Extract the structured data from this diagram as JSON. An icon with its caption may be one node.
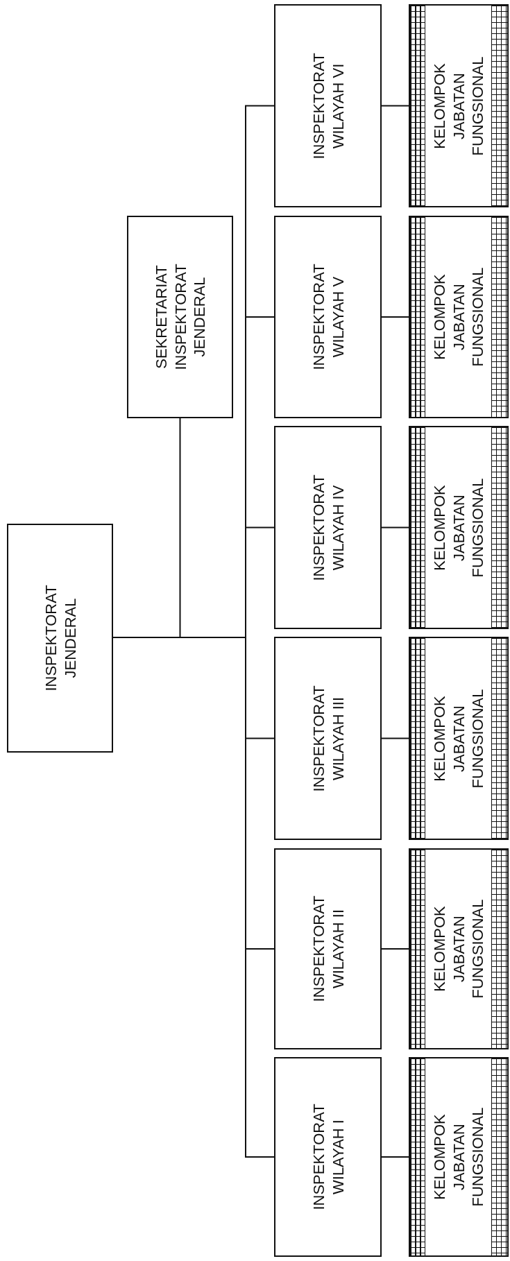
{
  "diagram": {
    "nodes": [
      {
        "text": [
          "INSPEKTORAT JENDERAL"
        ]
      },
      {
        "text": [
          "SEKRETARIAT INSPEKTORAT JENDERAL"
        ]
      },
      {
        "text": [
          "INSPEKTORAT WILAYAH I"
        ]
      },
      {
        "text": [
          "INSPEKTORAT WILAYAH II"
        ]
      },
      {
        "text": [
          "INSPEKTORAT WILAYAH III"
        ]
      },
      {
        "text": [
          "INSPEKTORAT WILAYAH IV"
        ]
      },
      {
        "text": [
          "INSPEKTORAT WILAYAH V"
        ]
      },
      {
        "text": [
          "INSPEKTORAT WILAYAH VI"
        ]
      },
      {
        "text": [
          "KELOMPOK JABATAN FUNGSIONAL"
        ]
      },
      {
        "text": [
          "KELOMPOK JABATAN FUNGSIONAL"
        ]
      },
      {
        "text": [
          "KELOMPOK JABATAN FUNGSIONAL"
        ]
      },
      {
        "text": [
          "KELOMPOK JABATAN FUNGSIONAL"
        ]
      },
      {
        "text": [
          "KELOMPOK JABATAN FUNGSIONAL"
        ]
      },
      {
        "text": [
          "KELOMPOK JABATAN FUNGSIONAL"
        ]
      }
    ],
    "edges": [
      {
        "from": 0,
        "to": 1,
        "arrow": "none"
      },
      {
        "from": 0,
        "to": 2,
        "arrow": "none"
      },
      {
        "from": 0,
        "to": 3,
        "arrow": "none"
      },
      {
        "from": 0,
        "to": 4,
        "arrow": "none"
      },
      {
        "from": 0,
        "to": 5,
        "arrow": "none"
      },
      {
        "from": 0,
        "to": 6,
        "arrow": "none"
      },
      {
        "from": 0,
        "to": 7,
        "arrow": "none"
      },
      {
        "from": 2,
        "to": 8,
        "arrow": "none"
      },
      {
        "from": 3,
        "to": 9,
        "arrow": "none"
      },
      {
        "from": 4,
        "to": 10,
        "arrow": "none"
      },
      {
        "from": 5,
        "to": 11,
        "arrow": "none"
      },
      {
        "from": 6,
        "to": 12,
        "arrow": "none"
      },
      {
        "from": 7,
        "to": 13,
        "arrow": "none"
      }
    ]
  }
}
